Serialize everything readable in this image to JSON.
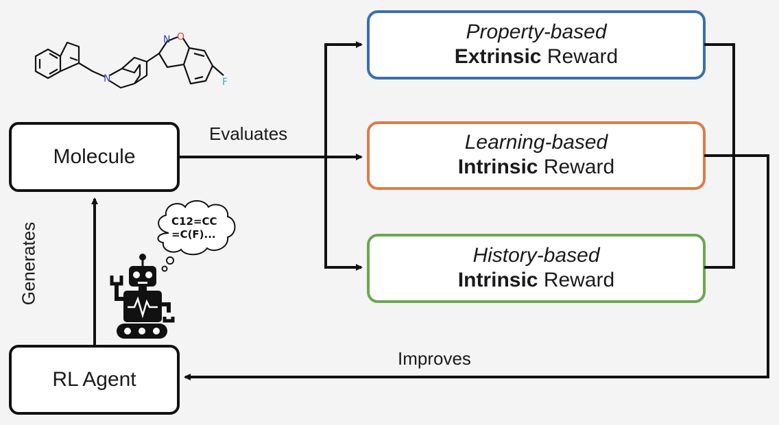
{
  "nodes": {
    "molecule": {
      "label": "Molecule"
    },
    "rl_agent": {
      "label": "RL Agent"
    }
  },
  "rewards": [
    {
      "id": "property",
      "qualifier": "Property-based",
      "kind": "Extrinsic",
      "suffix": "Reward",
      "color": "#3a6fb0"
    },
    {
      "id": "learning",
      "qualifier": "Learning-based",
      "kind": "Intrinsic",
      "suffix": "Reward",
      "color": "#e07a4a"
    },
    {
      "id": "history",
      "qualifier": "History-based",
      "kind": "Intrinsic",
      "suffix": "Reward",
      "color": "#6aa84f"
    }
  ],
  "edges": {
    "evaluates": "Evaluates",
    "generates": "Generates",
    "improves": "Improves"
  },
  "thought_bubble": {
    "line1": "C12=CC",
    "line2": "=C(F)..."
  },
  "molecule_atoms": {
    "oxygen": "O",
    "nitrogen_isoxazole": "N",
    "nitrogen_piperidine": "N",
    "fluorine": "F"
  },
  "colors": {
    "line": "#111111",
    "oxygen": "#e53935",
    "nitrogen": "#2f3fbf",
    "fluorine": "#37a8c9"
  }
}
